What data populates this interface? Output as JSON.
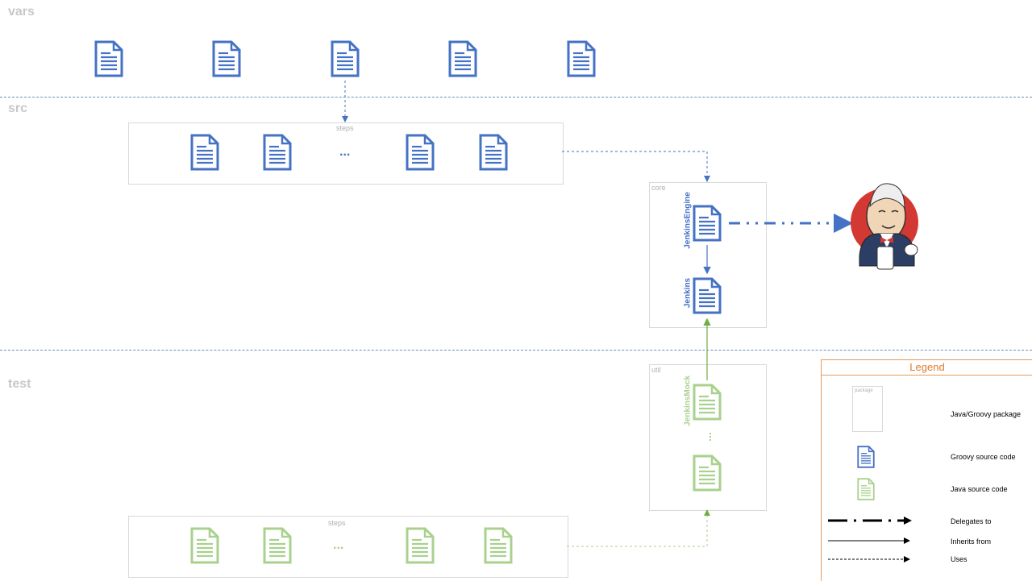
{
  "sections": {
    "vars": "vars",
    "src": "src",
    "test": "test"
  },
  "packages": {
    "src_steps": "steps",
    "core": "core",
    "util": "util",
    "test_steps": "steps"
  },
  "classes": {
    "jenkins_engine": "JenkinsEngine",
    "jenkins": "Jenkins",
    "jenkins_mock": "JenkinsMock"
  },
  "ellipsis": {
    "src_steps": "...",
    "test_steps": "...",
    "util": "..."
  },
  "legend": {
    "title": "Legend",
    "package_sample_label": "package",
    "items": [
      "Java/Groovy package",
      "Groovy source code",
      "Java source code",
      "Delegates to",
      "Inherits from",
      "Uses"
    ]
  },
  "colors": {
    "groovy": "#4472c4",
    "java": "#a9d18e",
    "section_label": "#c8c8c8",
    "legend_border": "#e59a5b",
    "legend_title": "#e07b2b",
    "separator": "#6f8fb8"
  },
  "icons": {
    "groovy_file": "document-icon",
    "java_file": "document-icon",
    "jenkins_logo": "jenkins-butler-logo"
  }
}
